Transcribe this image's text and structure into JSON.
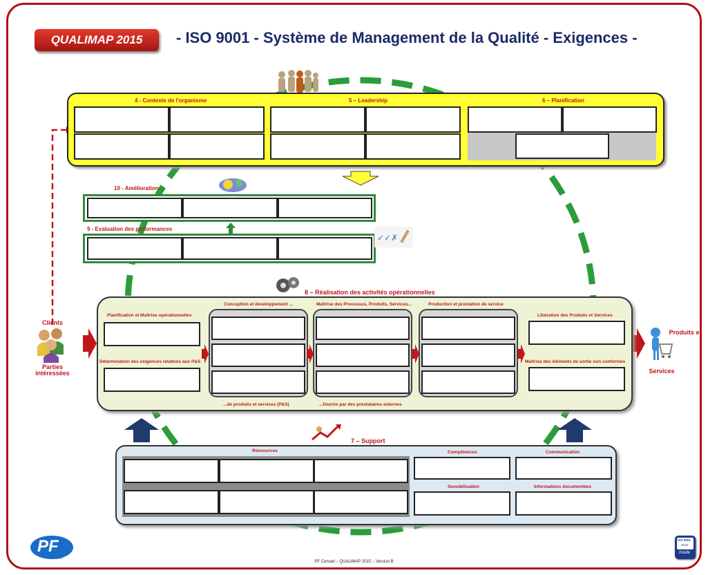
{
  "header": {
    "badge": "QUALIMAP 2015",
    "title": "- ISO 9001 - Système de Management de la Qualité - Exigences -"
  },
  "top": {
    "sec4": "4 - Contexte de l'organisme",
    "sec5": "5 – Leadership",
    "sec6": "6 – Planification"
  },
  "improvement": {
    "sec10": "10 - Amélioration",
    "sec9": "9 - Evaluation des performances"
  },
  "operations": {
    "sec8": "8 – Réalisation des activités opérationnelles",
    "planning": "Planification et Maîtrise opérationnelles",
    "requirements": "Détermination des exigences relatives aux P&S",
    "design_top": "Conception et développement ...",
    "design_bottom": "...de produits et services (P&S)",
    "control_top": "Maîtrise des Processus, Produits, Services...",
    "control_bottom": "...fournis par des prestataires externes",
    "production": "Production et prestation de service",
    "release": "Libération des Produits et Services",
    "nonconform": "Maîtrise des éléments de sortie non conformes"
  },
  "support": {
    "sec7": "7 – Support",
    "resources": "Ressources",
    "competences": "Compétences",
    "communication": "Communication",
    "awareness": "Sensibilisation",
    "documented": "Informations documentées"
  },
  "sides": {
    "clients": "Clients",
    "parties": "Parties intéressées",
    "products_1": "Produits et",
    "products_2": "Services"
  },
  "footer": {
    "text": "PF Conseil – QUALIMAP 2015 – Version B",
    "logo_left": "PF",
    "logo_left_sub": "conseil",
    "logo_right_1": "ISO 9001",
    "logo_right_2": "2015",
    "logo_right_3": "Inside"
  },
  "colors": {
    "accent_red": "#c0161a",
    "cycle_green": "#2a9d3a",
    "panel_yellow": "#ffff33",
    "navy": "#1b2a66"
  }
}
